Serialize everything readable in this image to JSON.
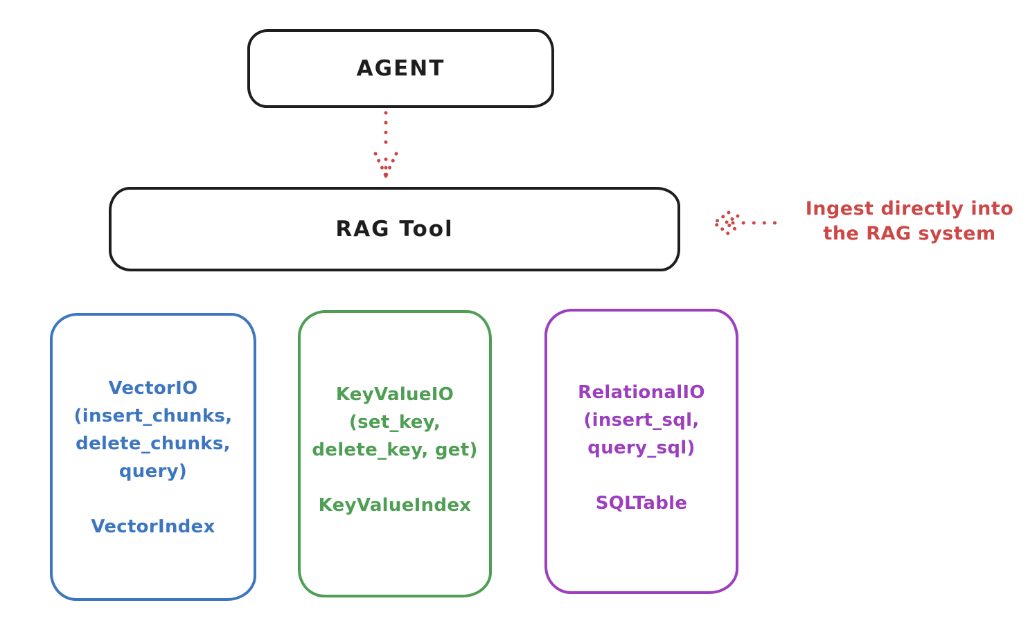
{
  "colors": {
    "ink": "#1e1e1e",
    "red": "#cd4747",
    "blue": "#3d76c0",
    "green": "#4e9e54",
    "purple": "#9c3fbe",
    "background": "#ffffff"
  },
  "nodes": {
    "agent": {
      "label": "AGENT"
    },
    "rag_tool": {
      "label": "RAG Tool"
    }
  },
  "annotation": {
    "line1": "Ingest directly into",
    "line2": "the RAG system"
  },
  "io_boxes": [
    {
      "id": "vector-io",
      "color": "#3d76c0",
      "lines": [
        "VectorIO",
        "(insert_chunks,",
        "delete_chunks,",
        "query)"
      ],
      "footer": "VectorIndex"
    },
    {
      "id": "keyvalue-io",
      "color": "#4e9e54",
      "lines": [
        "KeyValueIO",
        "(set_key,",
        "delete_key, get)"
      ],
      "footer": "KeyValueIndex"
    },
    {
      "id": "relational-io",
      "color": "#9c3fbe",
      "lines": [
        "RelationalIO",
        "(insert_sql,",
        "query_sql)"
      ],
      "footer": "SQLTable"
    }
  ]
}
